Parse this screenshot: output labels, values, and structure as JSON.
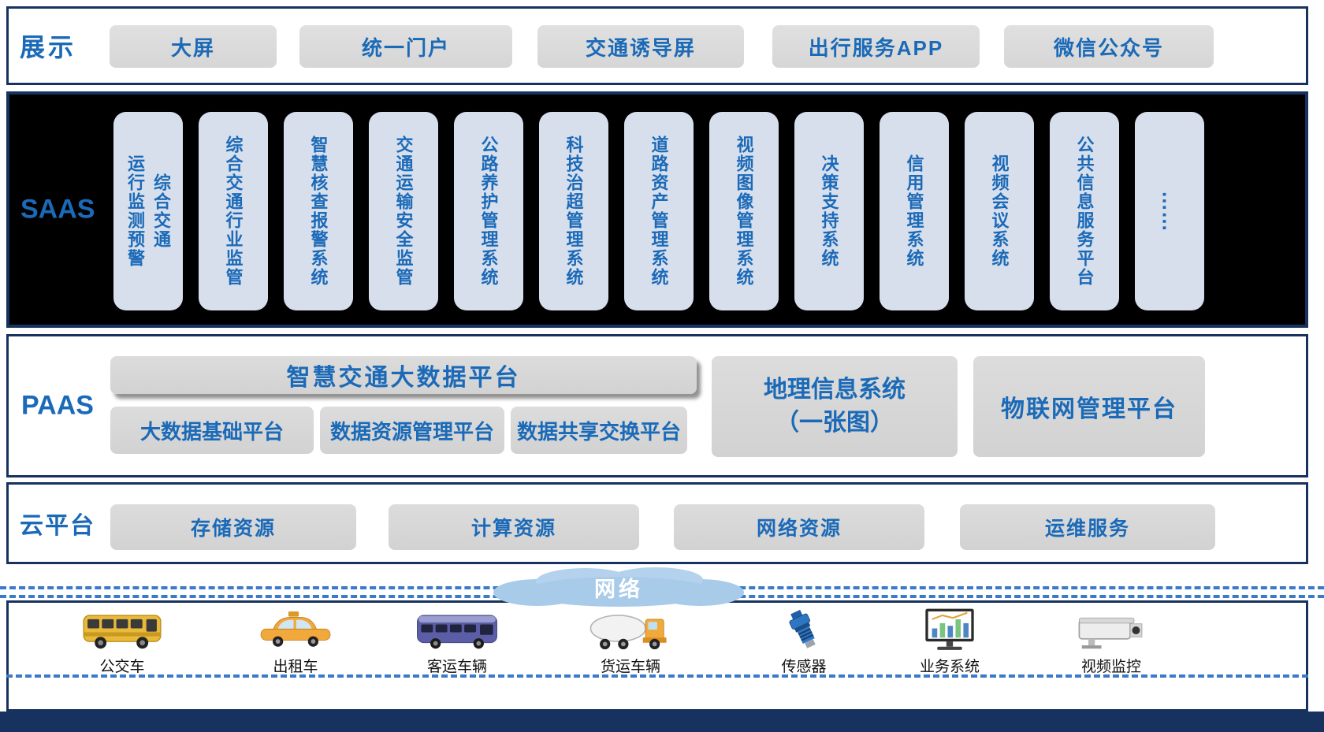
{
  "display": {
    "label": "展示",
    "items": [
      "大屏",
      "统一门户",
      "交通诱导屏",
      "出行服务APP",
      "微信公众号"
    ]
  },
  "saas": {
    "label": "SAAS",
    "items": [
      "综合交通\n运行监测预警",
      "综合交通行业监管",
      "智慧核查报警系统",
      "交通运输安全监管",
      "公路养护管理系统",
      "科技治超管理系统",
      "道路资产管理系统",
      "视频图像管理系统",
      "决策支持系统",
      "信用管理系统",
      "视频会议系统",
      "公共信息服务平台",
      "……"
    ]
  },
  "paas": {
    "label": "PAAS",
    "main_platform": "智慧交通大数据平台",
    "sub_platforms": [
      "大数据基础平台",
      "数据资源管理平台",
      "数据共享交换平台"
    ],
    "gis_platform": "地理信息系统\n（一张图）",
    "iot_platform": "物联网管理平台"
  },
  "cloud": {
    "label": "云平台",
    "items": [
      "存储资源",
      "计算资源",
      "网络资源",
      "运维服务"
    ]
  },
  "network": {
    "label": "网络"
  },
  "devices": [
    {
      "icon": "bus-icon",
      "label": "公交车"
    },
    {
      "icon": "taxi-icon",
      "label": "出租车"
    },
    {
      "icon": "coach-bus-icon",
      "label": "客运车辆"
    },
    {
      "icon": "tanker-truck-icon",
      "label": "货运车辆"
    },
    {
      "icon": "sensor-icon",
      "label": "传感器"
    },
    {
      "icon": "business-system-icon",
      "label": "业务系统"
    },
    {
      "icon": "cctv-camera-icon",
      "label": "视频监控"
    }
  ],
  "colors": {
    "accent_blue": "#1B6AB8",
    "navy_border": "#17325E",
    "node_gray": "#D9D9D9",
    "saas_node_blue_gray": "#D8DFEC",
    "saas_background": "#000000",
    "dashed_line_blue": "#3B7AC9",
    "cloud_fill": "#A9CBEA"
  }
}
